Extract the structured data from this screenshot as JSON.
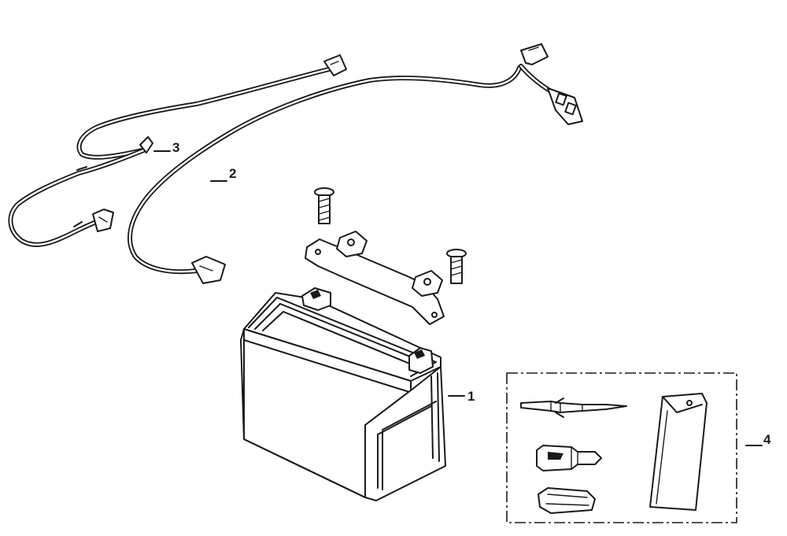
{
  "callouts": [
    {
      "id": "battery",
      "label": "1"
    },
    {
      "id": "cable-long",
      "label": "2"
    },
    {
      "id": "cable-short",
      "label": "3"
    },
    {
      "id": "tool-kit",
      "label": "4"
    }
  ]
}
